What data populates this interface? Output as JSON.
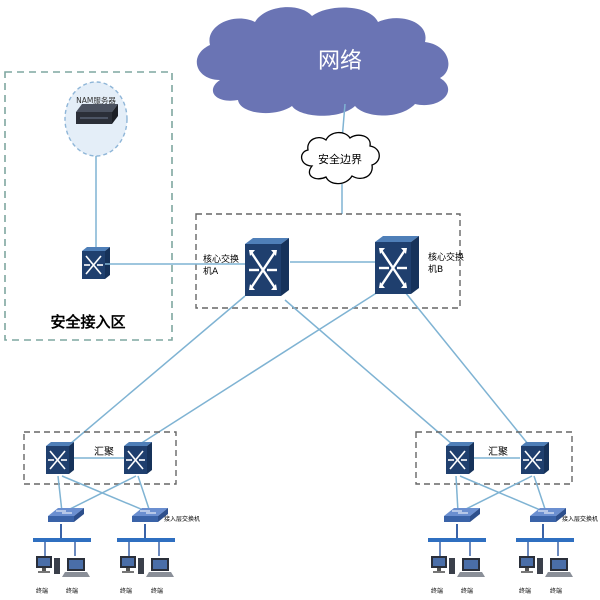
{
  "cloud": {
    "label": "网络"
  },
  "security_border": {
    "label": "安全边界"
  },
  "secure_zone": {
    "title": "安全接入区",
    "nam_server_label": "NAM服务器"
  },
  "core": {
    "switch_a_label_line1": "核心交换",
    "switch_a_label_line2": "机A",
    "switch_b_label_line1": "核心交换",
    "switch_b_label_line2": "机B"
  },
  "aggregation": {
    "left_label": "汇聚",
    "right_label": "汇聚"
  },
  "access": {
    "access_switch_label": "接入层交换机",
    "terminal_label": "终端"
  },
  "colors": {
    "cloud": "#6a74b4",
    "link": "#7fb3d3",
    "switch_dark": "#1f3f6e",
    "switch_light": "#4f7fb8",
    "dashed_secure": "#7fa7a0",
    "dashed_gray": "#666666"
  }
}
